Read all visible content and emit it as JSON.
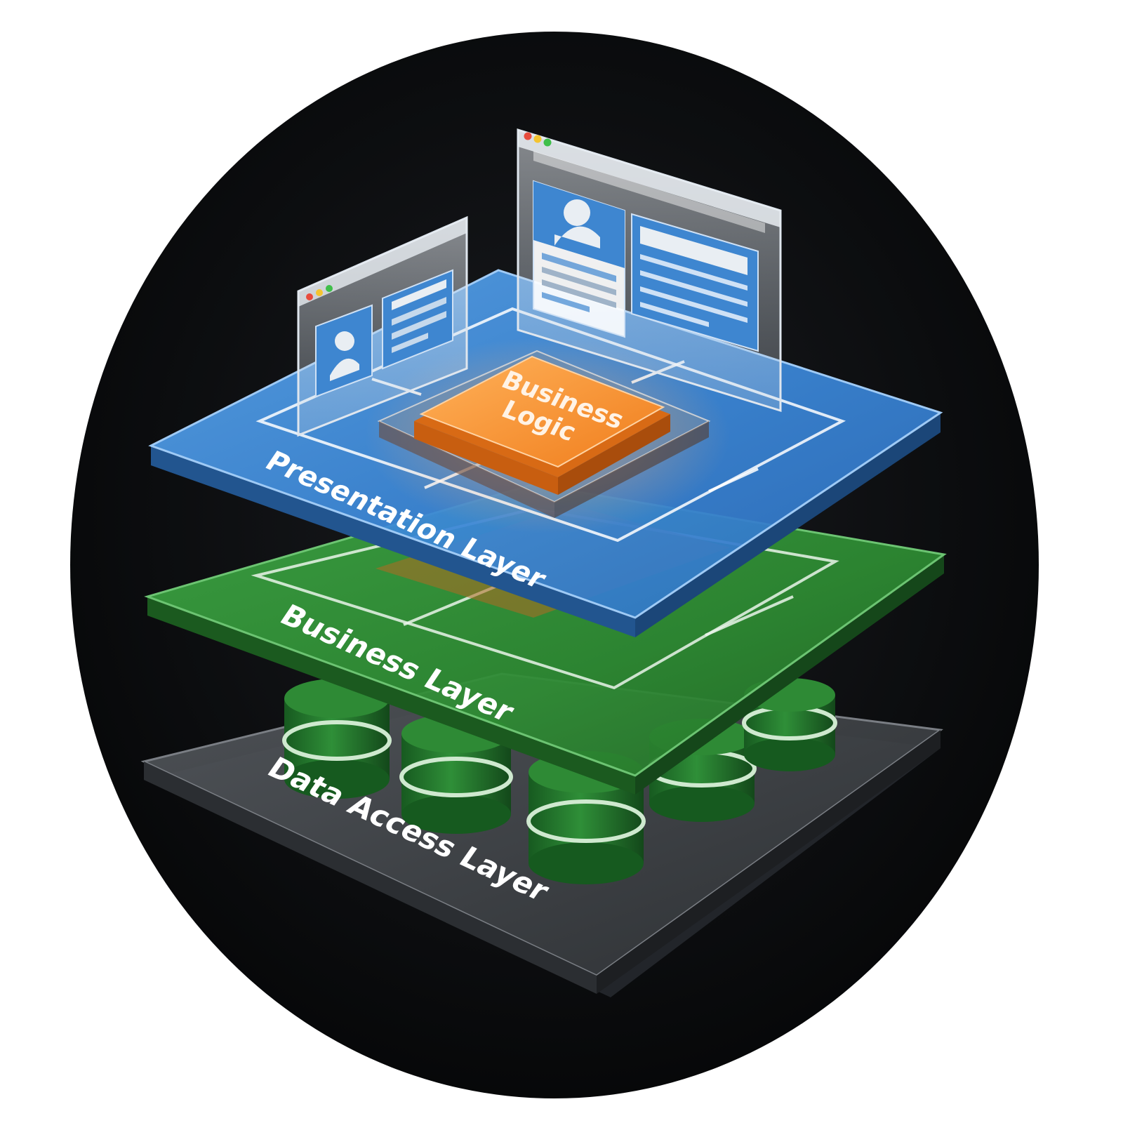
{
  "labels": {
    "presentation_layer": "Presentation Layer",
    "business_layer": "Business Layer",
    "data_access_layer": "Data Access Layer",
    "business_logic_line1": "Business",
    "business_logic_line2": "Logic"
  },
  "colors": {
    "background_disc": "#0b0c0e",
    "presentation_layer": "#3a86d6",
    "business_layer": "#2f8f34",
    "data_access_layer": "#3a3d40",
    "business_logic_chip": "#f08a2c",
    "database_cylinder": "#1f6e2a",
    "window_panel": "#4a8fd4"
  },
  "icons": {
    "window_controls": "traffic-light-dots",
    "user_card": "user-avatar-icon",
    "database": "database-cylinder-icon"
  }
}
